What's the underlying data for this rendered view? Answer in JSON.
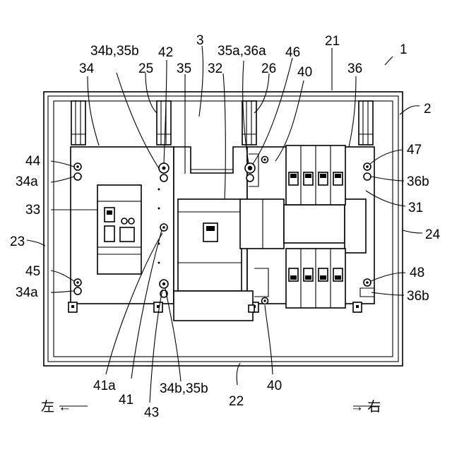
{
  "figure": {
    "labels": {
      "l1": "1",
      "l2": "2",
      "l3": "3",
      "l21": "21",
      "l22": "22",
      "l23": "23",
      "l24": "24",
      "l25": "25",
      "l26": "26",
      "l31": "31",
      "l32": "32",
      "l33": "33",
      "l34": "34",
      "l35": "35",
      "l36": "36",
      "l40a": "40",
      "l40b": "40",
      "l41": "41",
      "l41a": "41a",
      "l42": "42",
      "l43": "43",
      "l44": "44",
      "l45": "45",
      "l46": "46",
      "l47": "47",
      "l48": "48",
      "l34a_top": "34a",
      "l34a_bottom": "34a",
      "l36b_top": "36b",
      "l36b_bottom": "36b",
      "l34b35b_top": "34b,35b",
      "l34b35b_bottom": "34b,35b",
      "l35a36a": "35a,36a"
    },
    "directions": {
      "left_text": "左 ←",
      "right_text": "→ 右"
    }
  }
}
